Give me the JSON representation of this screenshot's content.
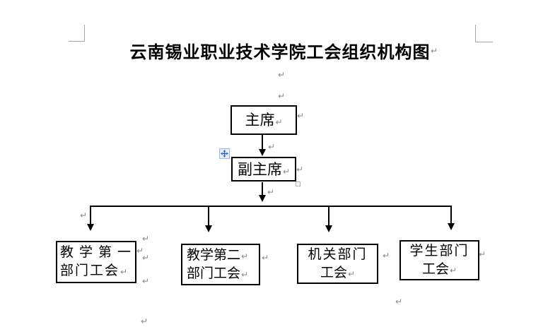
{
  "page": {
    "title": "云南锡业职业技术学院工会组织机构图"
  },
  "glyphs": {
    "pilcrow": "↵"
  },
  "org_chart": {
    "chairman": "主席",
    "vice_chairman": "副主席",
    "departments": [
      {
        "name": "教学第一部门工会",
        "line1": "教学第一",
        "line2": "部门工会"
      },
      {
        "name": "教学第二部门工会",
        "line1": "教学第二",
        "line2": "部门工会"
      },
      {
        "name": "机关部门工会",
        "line1": "机关部门",
        "line2": "工会"
      },
      {
        "name": "学生部门工会",
        "line1": "学生部门",
        "line2": "工会"
      }
    ]
  }
}
